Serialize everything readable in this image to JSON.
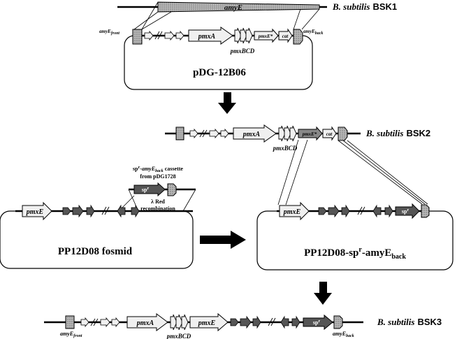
{
  "colors": {
    "line": "#000000",
    "hatch": "#a8a8a8",
    "dark_arrow": "#555555",
    "light_arrow": "#f0f0f0"
  },
  "icons": [
    "down-arrow-icon",
    "right-arrow-icon"
  ],
  "strain_bsk1": {
    "italic": "B. subtilis",
    "bold": "BSK1"
  },
  "strain_bsk2": {
    "italic": "B. subtilis",
    "bold": "BSK2"
  },
  "strain_bsk3": {
    "italic": "B. subtilis",
    "bold": "BSK3"
  },
  "amyE_top": "amyE",
  "amyE_front": {
    "base": "amyE",
    "sub": "front"
  },
  "amyE_back": {
    "base": "amyE",
    "sub": "back"
  },
  "plasmid_pdg": "pDG-12B06",
  "fosmid_pp12d08": "PP12D08 fosmid",
  "fosmid_sp_amyE": {
    "prefix": "PP12D08-sp",
    "sup": "r",
    "mid": "-amyE",
    "sub": "back"
  },
  "cassette": {
    "line1_prefix": "sp",
    "line1_sup": "r",
    "line1_mid": "-amyE",
    "line1_sub": "back",
    "line1_suffix": " cassette",
    "line2": "from pDG1728"
  },
  "lambda_red": {
    "line1": "λ Red",
    "line2": "recombination"
  },
  "genes": {
    "pmxA": "pmxA",
    "pmxBCD": "pmxBCD",
    "pmxE": "pmxE",
    "pmxE_star": "pmxE*",
    "cat": "cat",
    "spr": "sp",
    "spr_sup": "r"
  }
}
